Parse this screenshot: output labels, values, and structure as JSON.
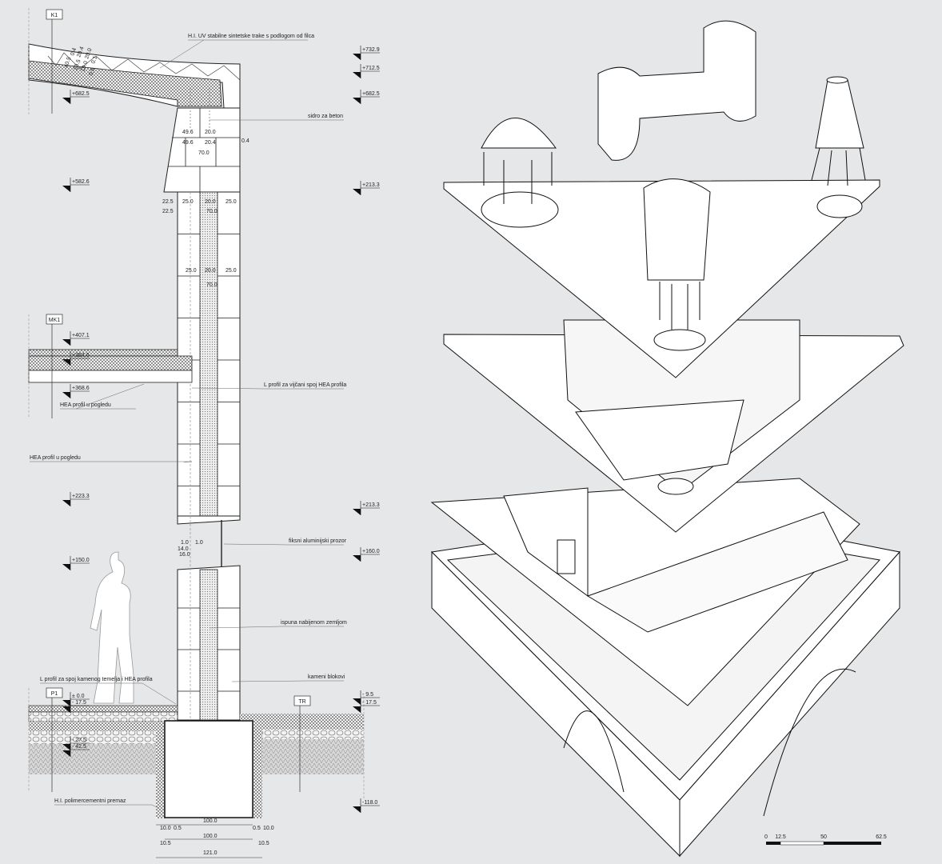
{
  "section_tags": [
    "K1",
    "MK1",
    "P1",
    "TR"
  ],
  "annotations": [
    "H.I. UV stabilne sintetske trake s podlogom od filca",
    "sidro za beton",
    "L profil za vijčani spoj HEA profila",
    "HEA profil u pogledu",
    "HEA profil u pogledu",
    "fiksni aluminijski prozor",
    "ispuna nabijenom zemljom",
    "kameni blokovi",
    "L profil za spoj kamenog temeljа i HEA profila",
    "H.I. polimercementni premaz"
  ],
  "levels_left": [
    "+682.5",
    "+582.6",
    "+407.1",
    "+364.6",
    "+368.6",
    "+223.3",
    "+150.0",
    "± 0.0",
    "- 17.5",
    "- 27.5",
    "- 42.5"
  ],
  "levels_right": [
    "+732.9",
    "+712.5",
    "+682.5",
    "+213.3",
    "+213.3",
    "+160.0",
    "- 9.5",
    "- 17.5",
    "-118.0"
  ],
  "roof_dims": [
    "0.4",
    "20.4",
    "20.0",
    "0.1",
    "40.5",
    "20.5",
    "19.0",
    "0.5"
  ],
  "wall_dims": [
    "49.6",
    "20.0",
    "49.6",
    "20.4",
    "0.4",
    "70.0",
    "22.5",
    "25.0",
    "20.0",
    "25.0",
    "22.5",
    "70.0",
    "25.0",
    "20.0",
    "25.0",
    "70.0",
    "1.0",
    "1.0",
    "14.0",
    "16.0"
  ],
  "foundation_dims": [
    "100.0",
    "10.0",
    "0.5",
    "0.5",
    "10.0",
    "100.0",
    "10.5",
    "10.5",
    "121.0"
  ],
  "scale_bar": [
    "0",
    "12.5",
    "50",
    "62.5"
  ]
}
